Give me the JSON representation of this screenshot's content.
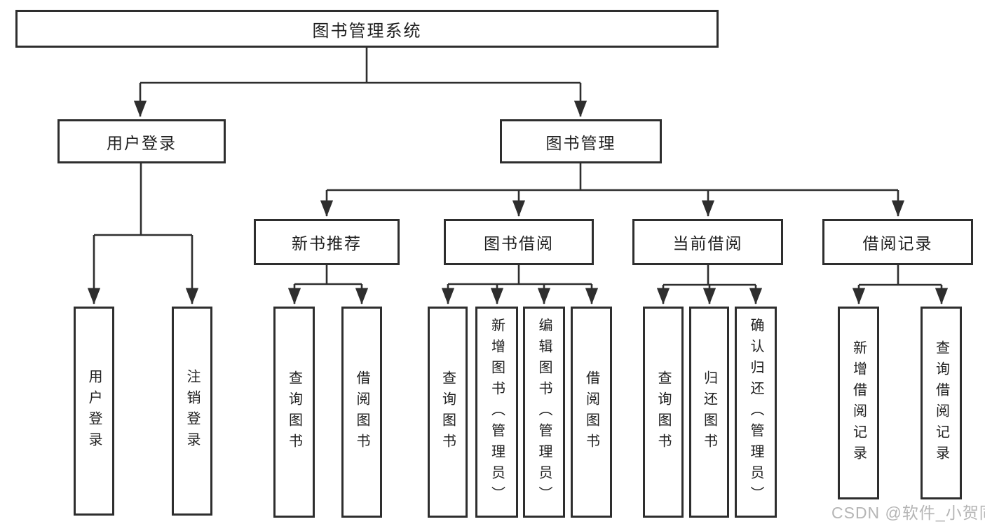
{
  "colors": {
    "background": "#ffffff",
    "line": "#2e2e2e",
    "box_border": "#2e2e2e",
    "text": "#202020",
    "watermark": "#b5b5b5"
  },
  "watermark": "CSDN @软件_小贺同学",
  "tree": {
    "label": "图书管理系统",
    "children": [
      {
        "label": "用户登录",
        "children": [
          {
            "label": "用户登录"
          },
          {
            "label": "注销登录"
          }
        ]
      },
      {
        "label": "图书管理",
        "children": [
          {
            "label": "新书推荐",
            "children": [
              {
                "label": "查询图书"
              },
              {
                "label": "借阅图书"
              }
            ]
          },
          {
            "label": "图书借阅",
            "children": [
              {
                "label": "查询图书"
              },
              {
                "label": "新增图书（管理员）"
              },
              {
                "label": "编辑图书（管理员）"
              },
              {
                "label": "借阅图书"
              }
            ]
          },
          {
            "label": "当前借阅",
            "children": [
              {
                "label": "查询图书"
              },
              {
                "label": "归还图书"
              },
              {
                "label": "确认归还（管理员）"
              }
            ]
          },
          {
            "label": "借阅记录",
            "children": [
              {
                "label": "新增借阅记录"
              },
              {
                "label": "查询借阅记录"
              }
            ]
          }
        ]
      }
    ]
  }
}
